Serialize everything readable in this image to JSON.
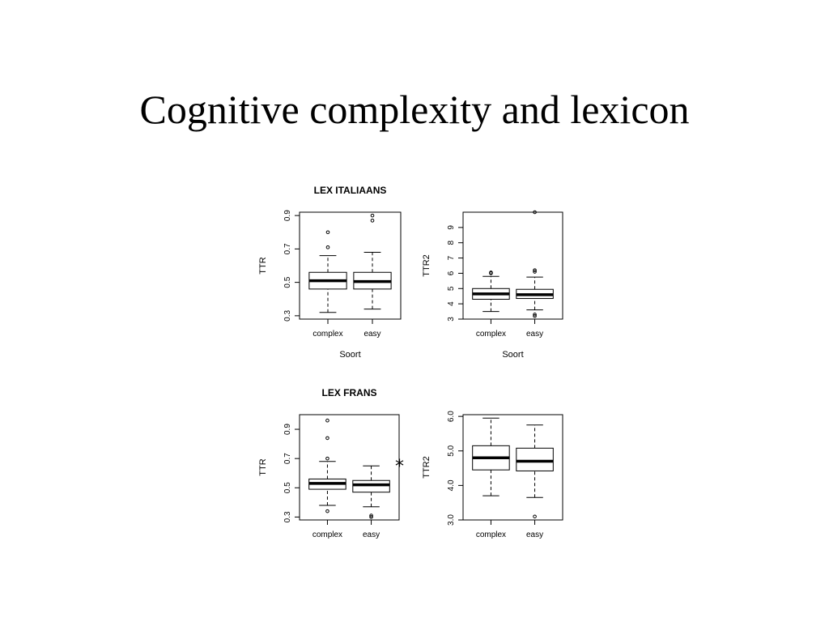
{
  "slide": {
    "title": "Cognitive complexity and lexicon",
    "annotation": "*"
  },
  "chart_data": [
    {
      "type": "box",
      "title": "LEX ITALIAANS",
      "xlabel": "Soort",
      "ylabel": "TTR",
      "ylim": [
        0.28,
        0.92
      ],
      "yticks": [
        "0.3",
        "0.5",
        "0.7",
        "0.9"
      ],
      "categories": [
        "complex",
        "easy"
      ],
      "boxes": [
        {
          "whisker_low": 0.32,
          "q1": 0.46,
          "median": 0.51,
          "q3": 0.56,
          "whisker_high": 0.66,
          "outliers": [
            0.71,
            0.8
          ]
        },
        {
          "whisker_low": 0.34,
          "q1": 0.46,
          "median": 0.505,
          "q3": 0.56,
          "whisker_high": 0.68,
          "outliers": [
            0.87,
            0.9
          ]
        }
      ]
    },
    {
      "type": "box",
      "title": "",
      "xlabel": "Soort",
      "ylabel": "TTR2",
      "ylim": [
        3,
        10
      ],
      "yticks": [
        "3",
        "4",
        "5",
        "6",
        "7",
        "8",
        "9"
      ],
      "categories": [
        "complex",
        "easy"
      ],
      "boxes": [
        {
          "whisker_low": 3.5,
          "q1": 4.3,
          "median": 4.65,
          "q3": 5.0,
          "whisker_high": 5.8,
          "outliers": [
            6.0,
            6.05
          ]
        },
        {
          "whisker_low": 3.6,
          "q1": 4.35,
          "median": 4.6,
          "q3": 4.95,
          "whisker_high": 5.75,
          "outliers": [
            3.2,
            3.3,
            6.1,
            6.2,
            10.0
          ]
        }
      ]
    },
    {
      "type": "box",
      "title": "LEX FRANS",
      "xlabel": "",
      "ylabel": "TTR",
      "ylim": [
        0.28,
        1.0
      ],
      "yticks": [
        "0.3",
        "0.5",
        "0.7",
        "0.9"
      ],
      "categories": [
        "complex",
        "easy"
      ],
      "boxes": [
        {
          "whisker_low": 0.38,
          "q1": 0.49,
          "median": 0.53,
          "q3": 0.56,
          "whisker_high": 0.68,
          "outliers": [
            0.34,
            0.7,
            0.84,
            0.96
          ]
        },
        {
          "whisker_low": 0.37,
          "q1": 0.47,
          "median": 0.52,
          "q3": 0.55,
          "whisker_high": 0.65,
          "outliers": [
            0.3,
            0.31
          ]
        }
      ]
    },
    {
      "type": "box",
      "title": "",
      "xlabel": "",
      "ylabel": "TTR2",
      "ylim": [
        3.0,
        6.05
      ],
      "yticks": [
        "3.0",
        "4.0",
        "5.0",
        "6.0"
      ],
      "categories": [
        "complex",
        "easy"
      ],
      "boxes": [
        {
          "whisker_low": 3.7,
          "q1": 4.45,
          "median": 4.8,
          "q3": 5.15,
          "whisker_high": 5.95,
          "outliers": []
        },
        {
          "whisker_low": 3.65,
          "q1": 4.42,
          "median": 4.7,
          "q3": 5.08,
          "whisker_high": 5.75,
          "outliers": [
            3.1
          ]
        }
      ]
    }
  ]
}
